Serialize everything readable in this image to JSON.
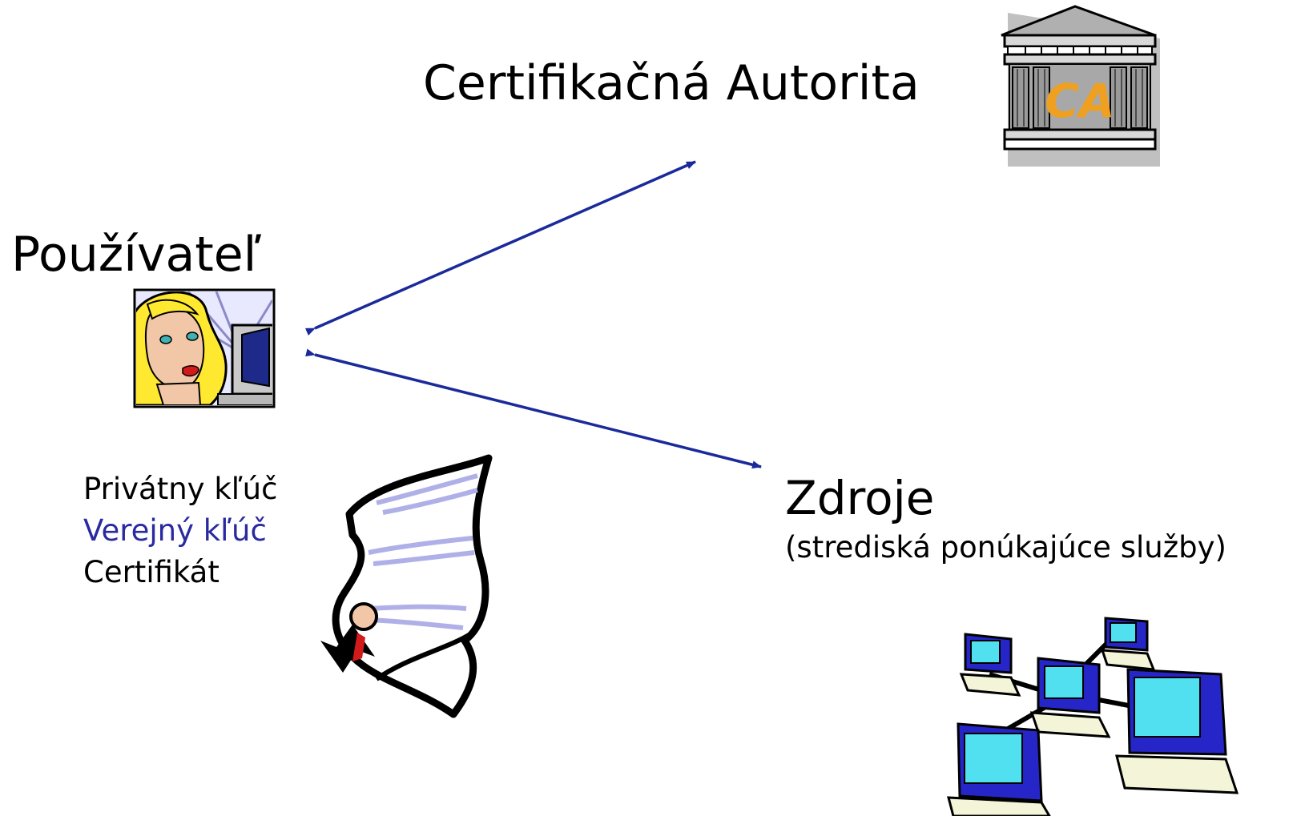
{
  "ca": {
    "title": "Certifikačná Autorita",
    "icon_text": "CA",
    "icon": "bank-building-icon"
  },
  "user": {
    "title": "Používateľ",
    "icon": "woman-at-computer-icon"
  },
  "keys": {
    "items": [
      {
        "label": "Privátny kľúč",
        "color": "#000000"
      },
      {
        "label": "Verejný kľúč",
        "color": "#2a2aa0"
      },
      {
        "label": "Certifikát",
        "color": "#000000"
      }
    ],
    "icon": "certificate-scroll-icon"
  },
  "resources": {
    "title": "Zdroje",
    "subtitle": "(strediská ponúkajúce služby)",
    "icon": "computer-network-icon"
  },
  "colors": {
    "arrow": "#1a2a9a",
    "ca_text": "#f0a020"
  }
}
